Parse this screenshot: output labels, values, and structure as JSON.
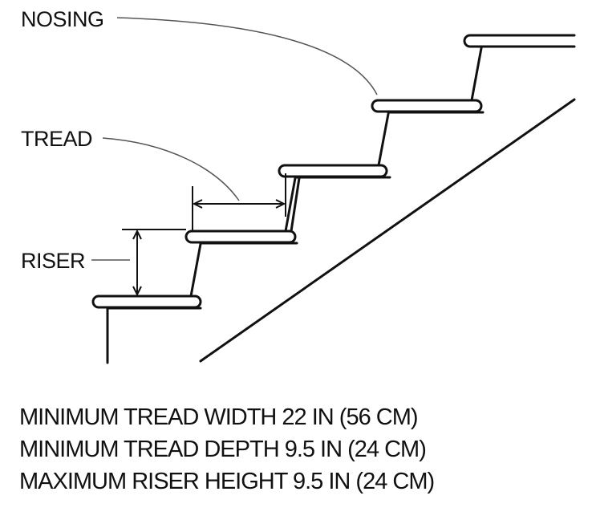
{
  "labels": {
    "nosing": "NOSING",
    "tread": "TREAD",
    "riser": "RISER"
  },
  "requirements": [
    "MINIMUM TREAD WIDTH 22 IN (56 CM)",
    "MINIMUM TREAD DEPTH 9.5 IN (24 CM)",
    "MAXIMUM RISER HEIGHT 9.5 IN (24 CM)"
  ],
  "colors": {
    "ink": "#111111",
    "leader": "#555555",
    "background": "#ffffff"
  }
}
